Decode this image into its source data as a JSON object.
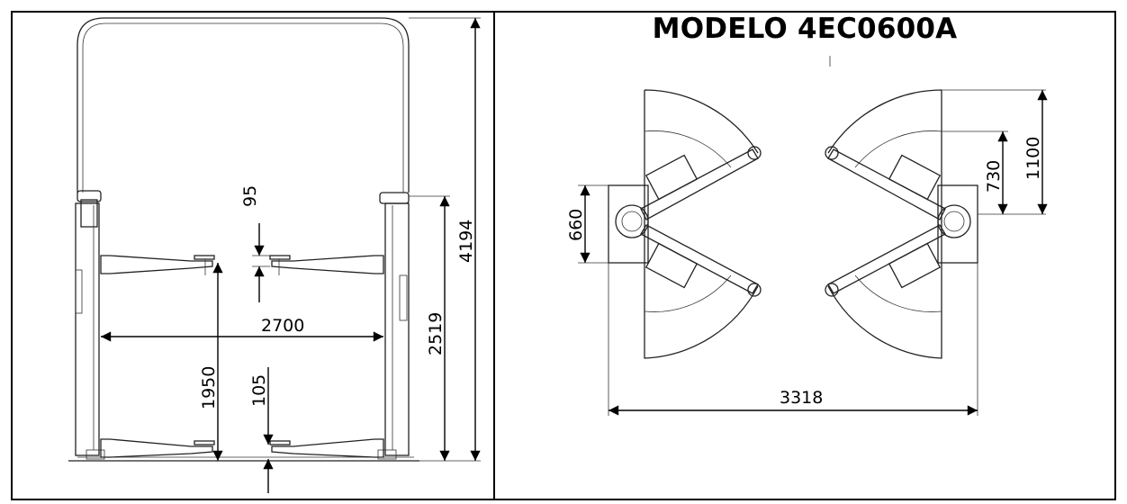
{
  "title": "MODELO 4EC0600A",
  "front_view": {
    "dimensions": {
      "d95": "95",
      "d4194": "4194",
      "d2519": "2519",
      "d2700": "2700",
      "d1950": "1950",
      "d105": "105"
    }
  },
  "top_view": {
    "dimensions": {
      "d660": "660",
      "d1100": "1100",
      "d730": "730",
      "d3318": "3318"
    }
  }
}
